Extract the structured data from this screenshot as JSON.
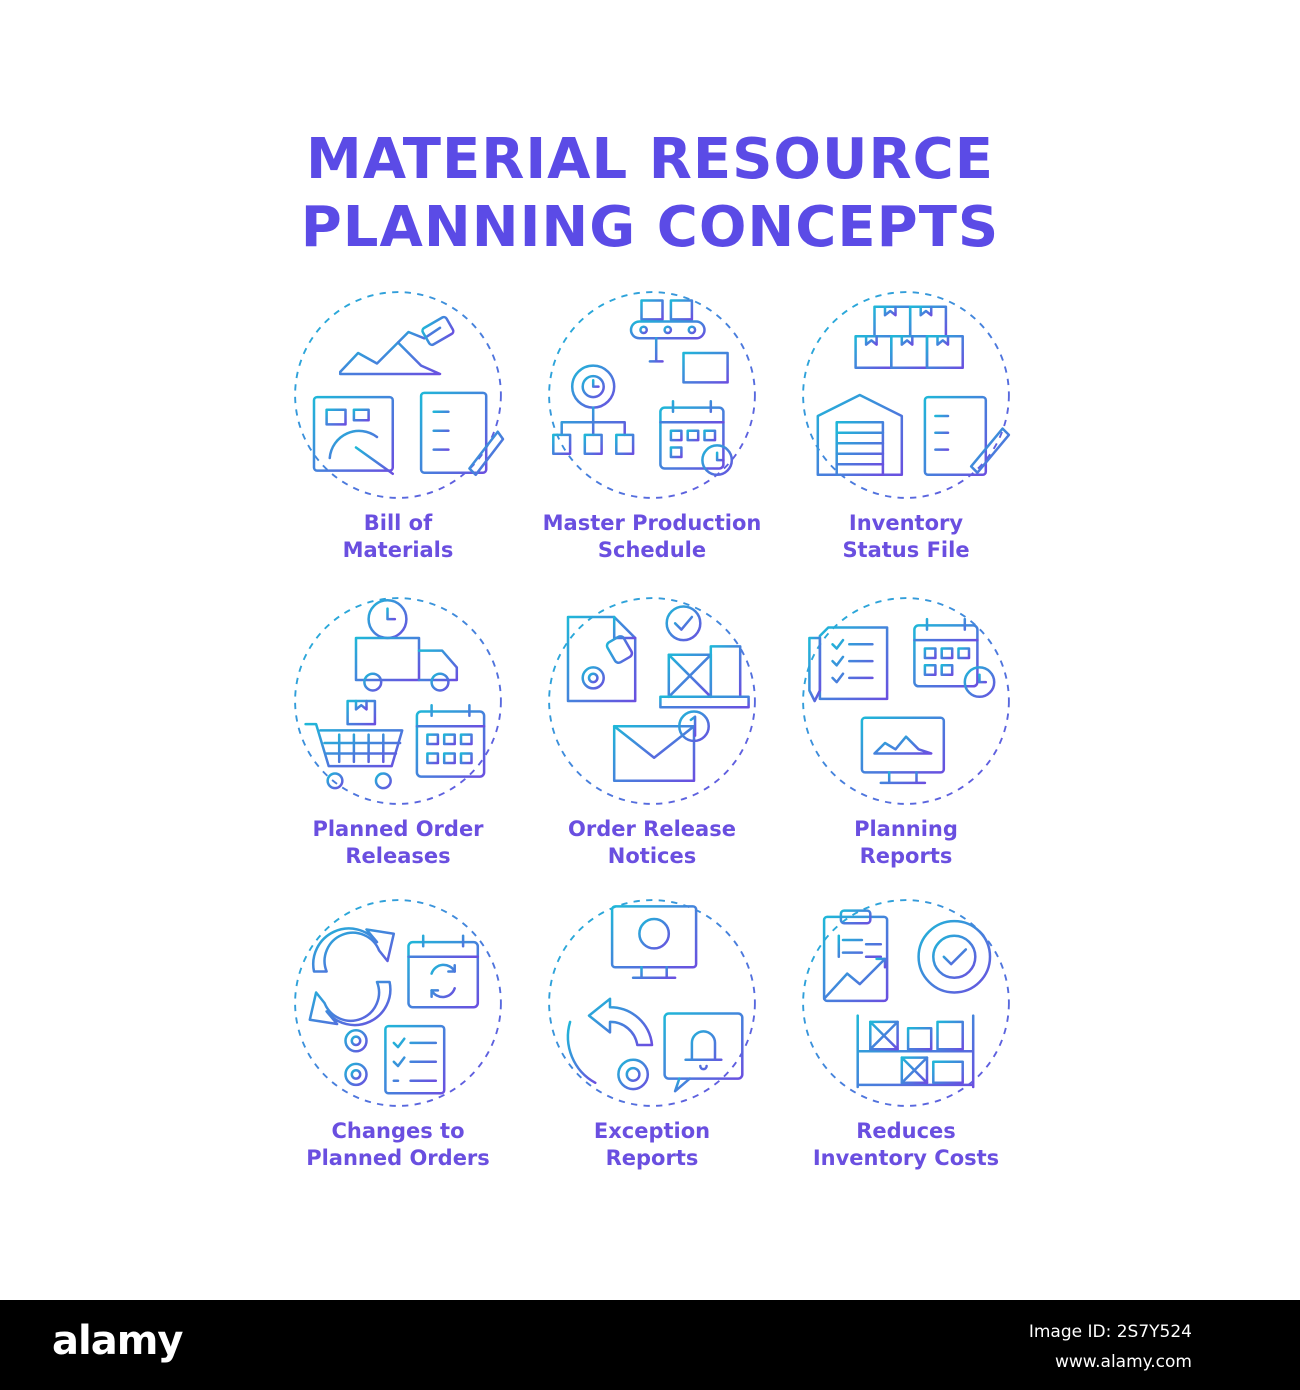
{
  "title": {
    "line1": "MATERIAL RESOURCE",
    "line2": "PLANNING  CONCEPTS"
  },
  "colors": {
    "title": "#5b4be6",
    "label": "#6a4fe0",
    "gradient_start": "#1fb7d8",
    "gradient_end": "#6a4fe0"
  },
  "concepts": [
    {
      "line1": "Bill of",
      "line2": "Materials",
      "icon": "bill-of-materials-icon"
    },
    {
      "line1": "Master Production",
      "line2": "Schedule",
      "icon": "master-production-schedule-icon"
    },
    {
      "line1": "Inventory",
      "line2": "Status File",
      "icon": "inventory-status-file-icon"
    },
    {
      "line1": "Planned Order",
      "line2": "Releases",
      "icon": "planned-order-releases-icon"
    },
    {
      "line1": "Order Release",
      "line2": "Notices",
      "icon": "order-release-notices-icon"
    },
    {
      "line1": "Planning",
      "line2": "Reports",
      "icon": "planning-reports-icon"
    },
    {
      "line1": "Changes to",
      "line2": "Planned Orders",
      "icon": "changes-to-planned-orders-icon"
    },
    {
      "line1": "Exception",
      "line2": "Reports",
      "icon": "exception-reports-icon"
    },
    {
      "line1": "Reduces",
      "line2": "Inventory Costs",
      "icon": "reduces-inventory-costs-icon"
    }
  ],
  "footer": {
    "brand": "alamy",
    "image_id": "Image ID: 2S7Y524",
    "site": "www.alamy.com"
  }
}
